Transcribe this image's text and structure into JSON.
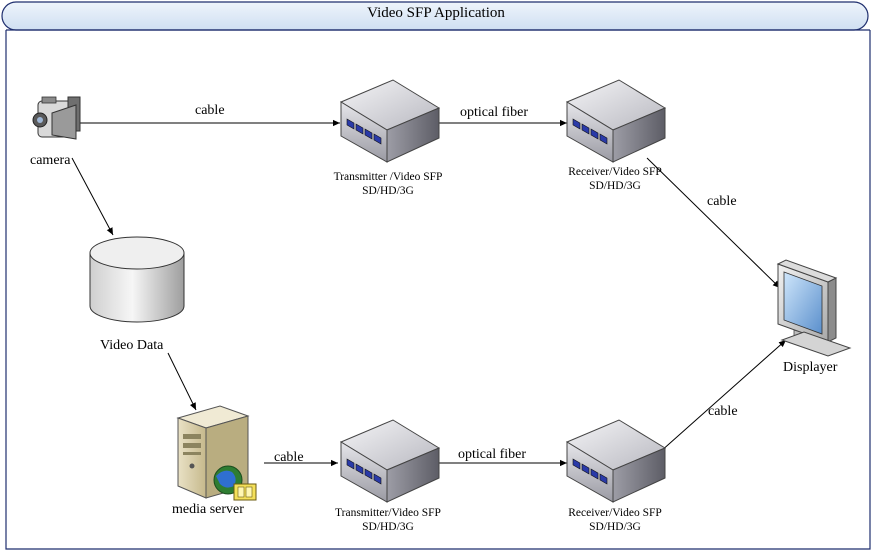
{
  "title": "Video SFP Application",
  "nodes": {
    "camera": "camera",
    "video_data": "Video Data",
    "media_server": "media server",
    "displayer": "Displayer",
    "tx_top": {
      "line1": "Transmitter /Video SFP",
      "line2": "SD/HD/3G"
    },
    "rx_top": {
      "line1": "Receiver/Video SFP",
      "line2": "SD/HD/3G"
    },
    "tx_bottom": {
      "line1": "Transmitter/Video SFP",
      "line2": "SD/HD/3G"
    },
    "rx_bottom": {
      "line1": "Receiver/Video SFP",
      "line2": "SD/HD/3G"
    }
  },
  "links": {
    "camera_to_tx": "cable",
    "tx_to_rx_top": "optical fiber",
    "rx_to_display_top": "cable",
    "server_to_tx": "cable",
    "tx_to_rx_bottom": "optical fiber",
    "rx_to_display_bottom": "cable"
  },
  "colors": {
    "frame_border": "#1f2e6e",
    "title_bar": "#dce9f7",
    "sfp_top": "#b9b9c0",
    "sfp_ports": "#2a3aa8"
  }
}
